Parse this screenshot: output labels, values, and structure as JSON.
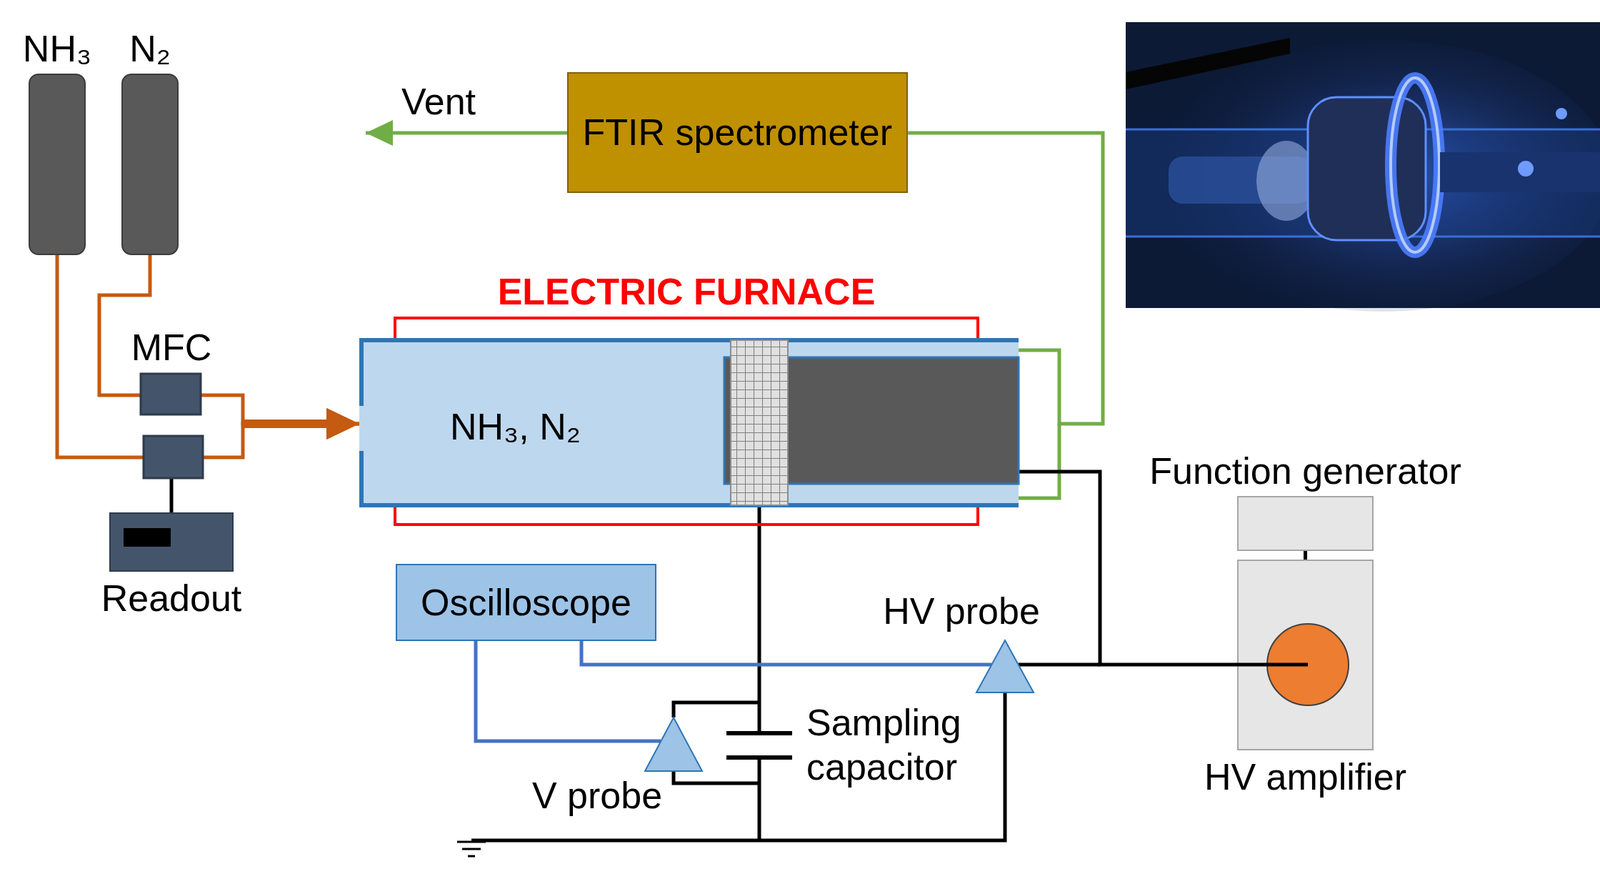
{
  "diagram": {
    "nodes": [
      {
        "text": [
          "NH₃"
        ]
      },
      {
        "text": [
          "N₂"
        ]
      },
      {
        "text": [
          "FTIR spectrometer"
        ]
      },
      {
        "text": [
          "ELECTRIC FURNACE"
        ]
      },
      {
        "text": [
          "NH₃, N₂"
        ]
      },
      {
        "text": [
          "Readout"
        ]
      },
      {
        "text": [
          "Oscilloscope"
        ]
      },
      {
        "text": [
          "Function generator"
        ]
      },
      {
        "text": [
          "HV amplifier"
        ]
      }
    ],
    "edges": [
      {
        "from": 0,
        "to": 4,
        "arrow": "to"
      },
      {
        "from": 1,
        "to": 4,
        "arrow": "to"
      },
      {
        "from": 4,
        "to": 2,
        "arrow": "none"
      },
      {
        "from": 7,
        "to": 8,
        "arrow": "none"
      },
      {
        "from": 8,
        "to": 4,
        "arrow": "none"
      }
    ],
    "labels": [
      "Vent",
      "MFC",
      "HV probe",
      "Sampling capacitor",
      "V probe"
    ]
  }
}
